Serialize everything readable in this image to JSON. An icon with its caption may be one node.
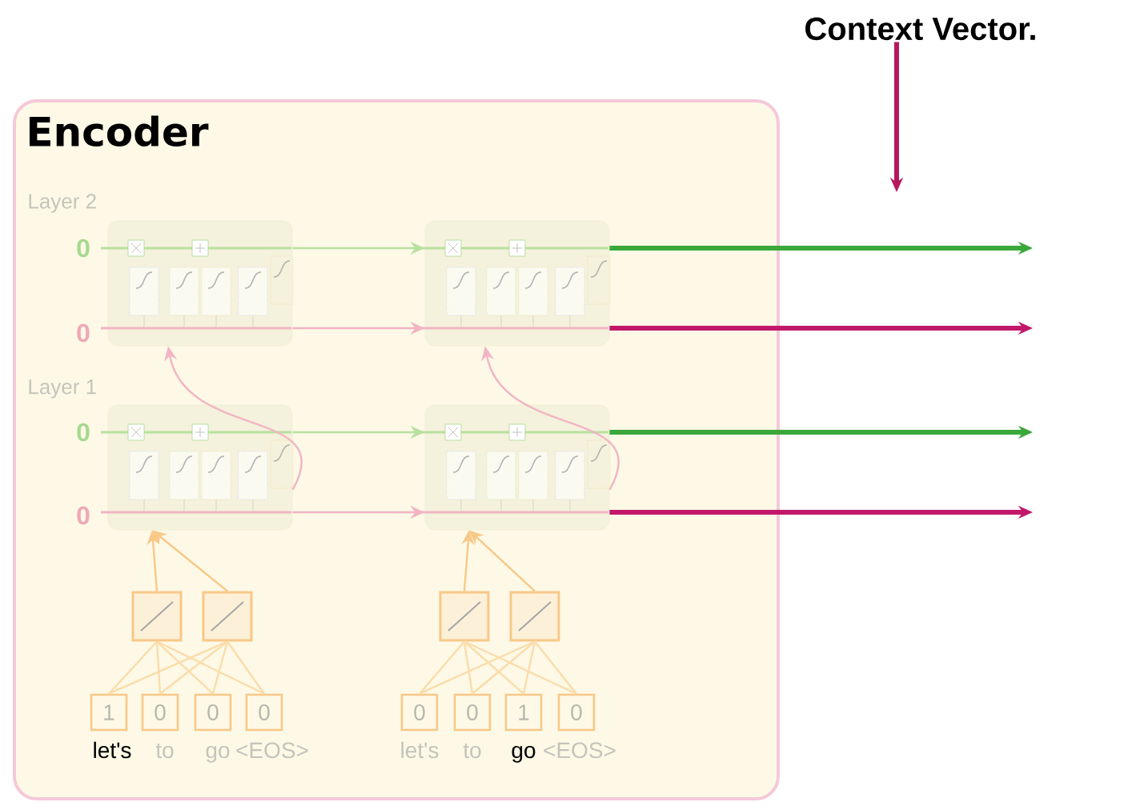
{
  "diagram": {
    "nodes": [
      {
        "text": [
          "Encoder"
        ]
      },
      {
        "text": [
          "Context Vector."
        ]
      },
      {
        "text": [],
        "shape": "box",
        "in": 0
      },
      {
        "text": [],
        "shape": "box",
        "in": 0
      },
      {
        "text": [],
        "shape": "box",
        "in": 0
      },
      {
        "text": [],
        "shape": "box",
        "in": 0
      },
      {
        "text": [],
        "shape": "box",
        "in": 0
      },
      {
        "text": [],
        "shape": "box",
        "in": 0
      },
      {
        "text": [],
        "shape": "box",
        "in": 0
      },
      {
        "text": [],
        "shape": "box",
        "in": 0
      },
      {
        "text": [
          "1"
        ],
        "in": 0
      },
      {
        "text": [
          "0"
        ],
        "in": 0
      },
      {
        "text": [
          "0"
        ],
        "in": 0
      },
      {
        "text": [
          "0"
        ],
        "in": 0
      },
      {
        "text": [
          "0"
        ],
        "in": 0
      },
      {
        "text": [
          "0"
        ],
        "in": 0
      },
      {
        "text": [
          "1"
        ],
        "in": 0
      },
      {
        "text": [
          "0"
        ],
        "in": 0
      }
    ],
    "edges": [
      {
        "from": 2,
        "to": 3,
        "arrow": "to",
        "color": "#b9e0a0"
      },
      {
        "from": 2,
        "to": 3,
        "arrow": "to",
        "color": "#f2b4c4"
      },
      {
        "from": 4,
        "to": 5,
        "arrow": "to",
        "color": "#b9e0a0"
      },
      {
        "from": 4,
        "to": 5,
        "arrow": "to",
        "color": "#f2b4c4"
      },
      {
        "from": 4,
        "to": 2,
        "arrow": "to",
        "color": "#f2b4c4"
      },
      {
        "from": 5,
        "to": 3,
        "arrow": "to",
        "color": "#f2b4c4"
      },
      {
        "from": 3,
        "to": null,
        "arrow": "to",
        "style": "thick",
        "color": "#3aa83a"
      },
      {
        "from": 3,
        "to": null,
        "arrow": "to",
        "style": "thick",
        "color": "#c2186a"
      },
      {
        "from": 5,
        "to": null,
        "arrow": "to",
        "style": "thick",
        "color": "#3aa83a"
      },
      {
        "from": 5,
        "to": null,
        "arrow": "to",
        "style": "thick",
        "color": "#c2186a"
      },
      {
        "from": 6,
        "to": 4,
        "arrow": "to",
        "color": "#f8c888"
      },
      {
        "from": 7,
        "to": 4,
        "arrow": "to",
        "color": "#f8c888"
      },
      {
        "from": 8,
        "to": 5,
        "arrow": "to",
        "color": "#f8c888"
      },
      {
        "from": 9,
        "to": 5,
        "arrow": "to",
        "color": "#f8c888"
      },
      {
        "from": 10,
        "to": 6,
        "arrow": "none"
      },
      {
        "from": 10,
        "to": 7,
        "arrow": "none"
      },
      {
        "from": 11,
        "to": 6,
        "arrow": "none"
      },
      {
        "from": 11,
        "to": 7,
        "arrow": "none"
      },
      {
        "from": 12,
        "to": 6,
        "arrow": "none"
      },
      {
        "from": 12,
        "to": 7,
        "arrow": "none"
      },
      {
        "from": 13,
        "to": 6,
        "arrow": "none"
      },
      {
        "from": 13,
        "to": 7,
        "arrow": "none"
      },
      {
        "from": 14,
        "to": 8,
        "arrow": "none"
      },
      {
        "from": 14,
        "to": 9,
        "arrow": "none"
      },
      {
        "from": 15,
        "to": 8,
        "arrow": "none"
      },
      {
        "from": 15,
        "to": 9,
        "arrow": "none"
      },
      {
        "from": 16,
        "to": 8,
        "arrow": "none"
      },
      {
        "from": 16,
        "to": 9,
        "arrow": "none"
      },
      {
        "from": 17,
        "to": 8,
        "arrow": "none"
      },
      {
        "from": 17,
        "to": 9,
        "arrow": "none"
      },
      {
        "from": 1,
        "to": null,
        "arrow": "to",
        "style": "thick",
        "color": "#b5175f"
      }
    ],
    "labels": [
      "Layer 2",
      "0",
      "0",
      "Layer 1",
      "0",
      "0",
      "let's",
      "to",
      "go",
      "<EOS>",
      "let's",
      "to",
      "go",
      "<EOS>"
    ]
  }
}
